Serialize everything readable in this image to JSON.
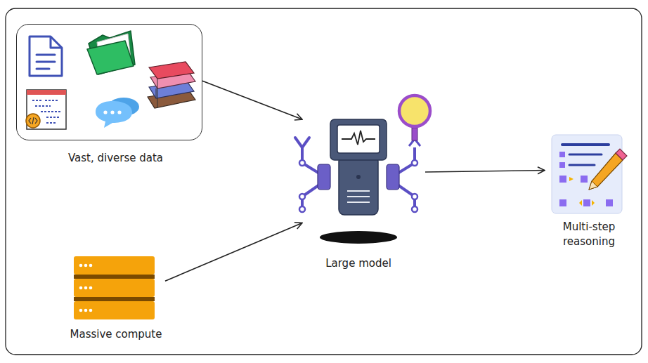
{
  "diagram": {
    "nodes": [
      {
        "text": [
          "Vast, diverse data"
        ]
      },
      {
        "text": [
          "Massive compute"
        ]
      },
      {
        "text": [
          "Large model"
        ]
      },
      {
        "text": [
          "Multi-step reasoning"
        ]
      }
    ],
    "edges": [
      {
        "from": 0,
        "to": 2,
        "arrow": "to"
      },
      {
        "from": 1,
        "to": 2,
        "arrow": "to"
      },
      {
        "from": 2,
        "to": 3,
        "arrow": "to"
      }
    ]
  }
}
